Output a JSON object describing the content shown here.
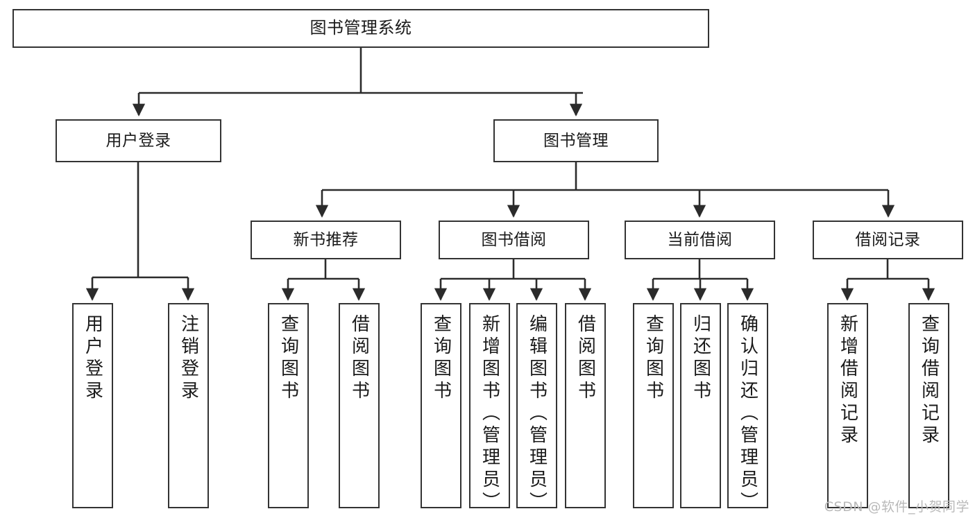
{
  "diagram": {
    "title": "图书管理系统",
    "watermark": "CSDN @软件_小贺同学",
    "line_color": "#2b2b2b",
    "box_border_color": "#333333",
    "box_fill_color": "#ffffff",
    "text_color": "#1a1a1a",
    "watermark_color": "#b9b9b9"
  },
  "nodes": {
    "root": {
      "label": "图书管理系统"
    },
    "level2": [
      {
        "label": "用户登录"
      },
      {
        "label": "图书管理"
      }
    ],
    "level3": [
      {
        "label": "新书推荐"
      },
      {
        "label": "图书借阅"
      },
      {
        "label": "当前借阅"
      },
      {
        "label": "借阅记录"
      }
    ],
    "leaves": {
      "user_login": [
        {
          "label": "用户登录"
        },
        {
          "label": "注销登录"
        }
      ],
      "new_book_recommend": [
        {
          "label": "查询图书"
        },
        {
          "label": "借阅图书"
        }
      ],
      "book_borrow": [
        {
          "label": "查询图书"
        },
        {
          "label": "新增图书（管理员）"
        },
        {
          "label": "编辑图书（管理员）"
        },
        {
          "label": "借阅图书"
        }
      ],
      "current_borrow": [
        {
          "label": "查询图书"
        },
        {
          "label": "归还图书"
        },
        {
          "label": "确认归还（管理员）"
        }
      ],
      "borrow_record": [
        {
          "label": "新增借阅记录"
        },
        {
          "label": "查询借阅记录"
        }
      ]
    }
  }
}
